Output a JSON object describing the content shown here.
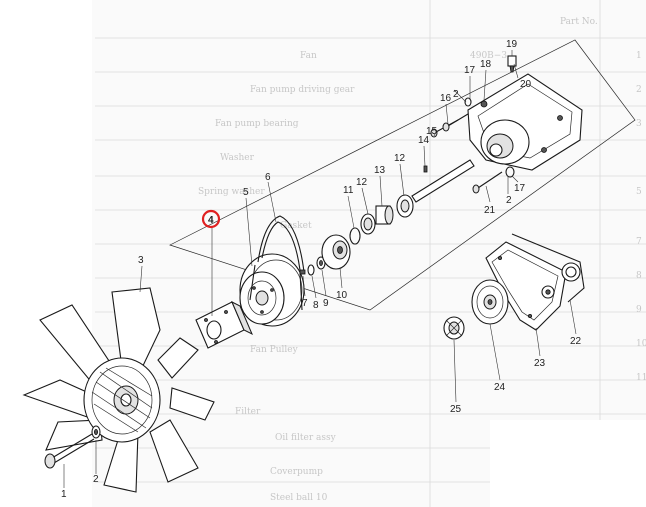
{
  "diagram": {
    "highlight_color": "#e02020",
    "highlighted_callout": "4",
    "callouts": [
      {
        "id": "1",
        "label": "1"
      },
      {
        "id": "2a",
        "label": "2"
      },
      {
        "id": "2b",
        "label": "2"
      },
      {
        "id": "2c",
        "label": "2"
      },
      {
        "id": "3",
        "label": "3"
      },
      {
        "id": "4",
        "label": "4"
      },
      {
        "id": "5",
        "label": "5"
      },
      {
        "id": "6",
        "label": "6"
      },
      {
        "id": "7",
        "label": "7"
      },
      {
        "id": "8",
        "label": "8"
      },
      {
        "id": "9",
        "label": "9"
      },
      {
        "id": "10",
        "label": "10"
      },
      {
        "id": "11",
        "label": "11"
      },
      {
        "id": "12",
        "label": "12"
      },
      {
        "id": "13",
        "label": "13"
      },
      {
        "id": "14",
        "label": "14"
      },
      {
        "id": "15",
        "label": "15"
      },
      {
        "id": "16",
        "label": "16"
      },
      {
        "id": "17a",
        "label": "17"
      },
      {
        "id": "17b",
        "label": "17"
      },
      {
        "id": "18",
        "label": "18"
      },
      {
        "id": "19",
        "label": "19"
      },
      {
        "id": "20",
        "label": "20"
      },
      {
        "id": "21",
        "label": "21"
      },
      {
        "id": "22",
        "label": "22"
      },
      {
        "id": "23",
        "label": "23"
      },
      {
        "id": "24",
        "label": "24"
      },
      {
        "id": "25",
        "label": "25"
      }
    ]
  },
  "background_table": {
    "header": "Part No.",
    "fragments": [
      "490B−3",
      "Fan",
      "Fan pump driving gear",
      "Fan pump bearing",
      "Washer",
      "Spring washer",
      "Gasket",
      "Fan Pulley",
      "Filter",
      "Oil filter assy",
      "Coverpump",
      "Steel ball 10"
    ],
    "row_numbers": [
      "1",
      "2",
      "3",
      "5",
      "7",
      "8",
      "9",
      "10",
      "11"
    ]
  }
}
